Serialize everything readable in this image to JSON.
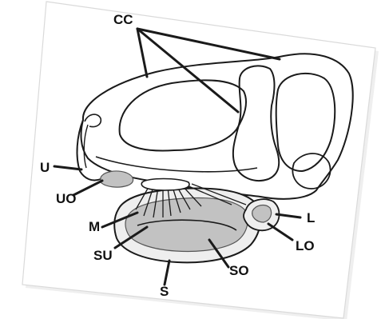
{
  "labels": {
    "top": "CC",
    "u": "U",
    "uo": "UO",
    "m": "M",
    "su": "SU",
    "so": "SO",
    "l": "L",
    "lo": "LO",
    "bottom": "S"
  },
  "colors": {
    "paper": "#ffffff",
    "line": "#1a1a1a",
    "organ_fill": "#c2c2c2",
    "sac_fill": "#eeeeee",
    "shadow": "#d9d9d9"
  }
}
